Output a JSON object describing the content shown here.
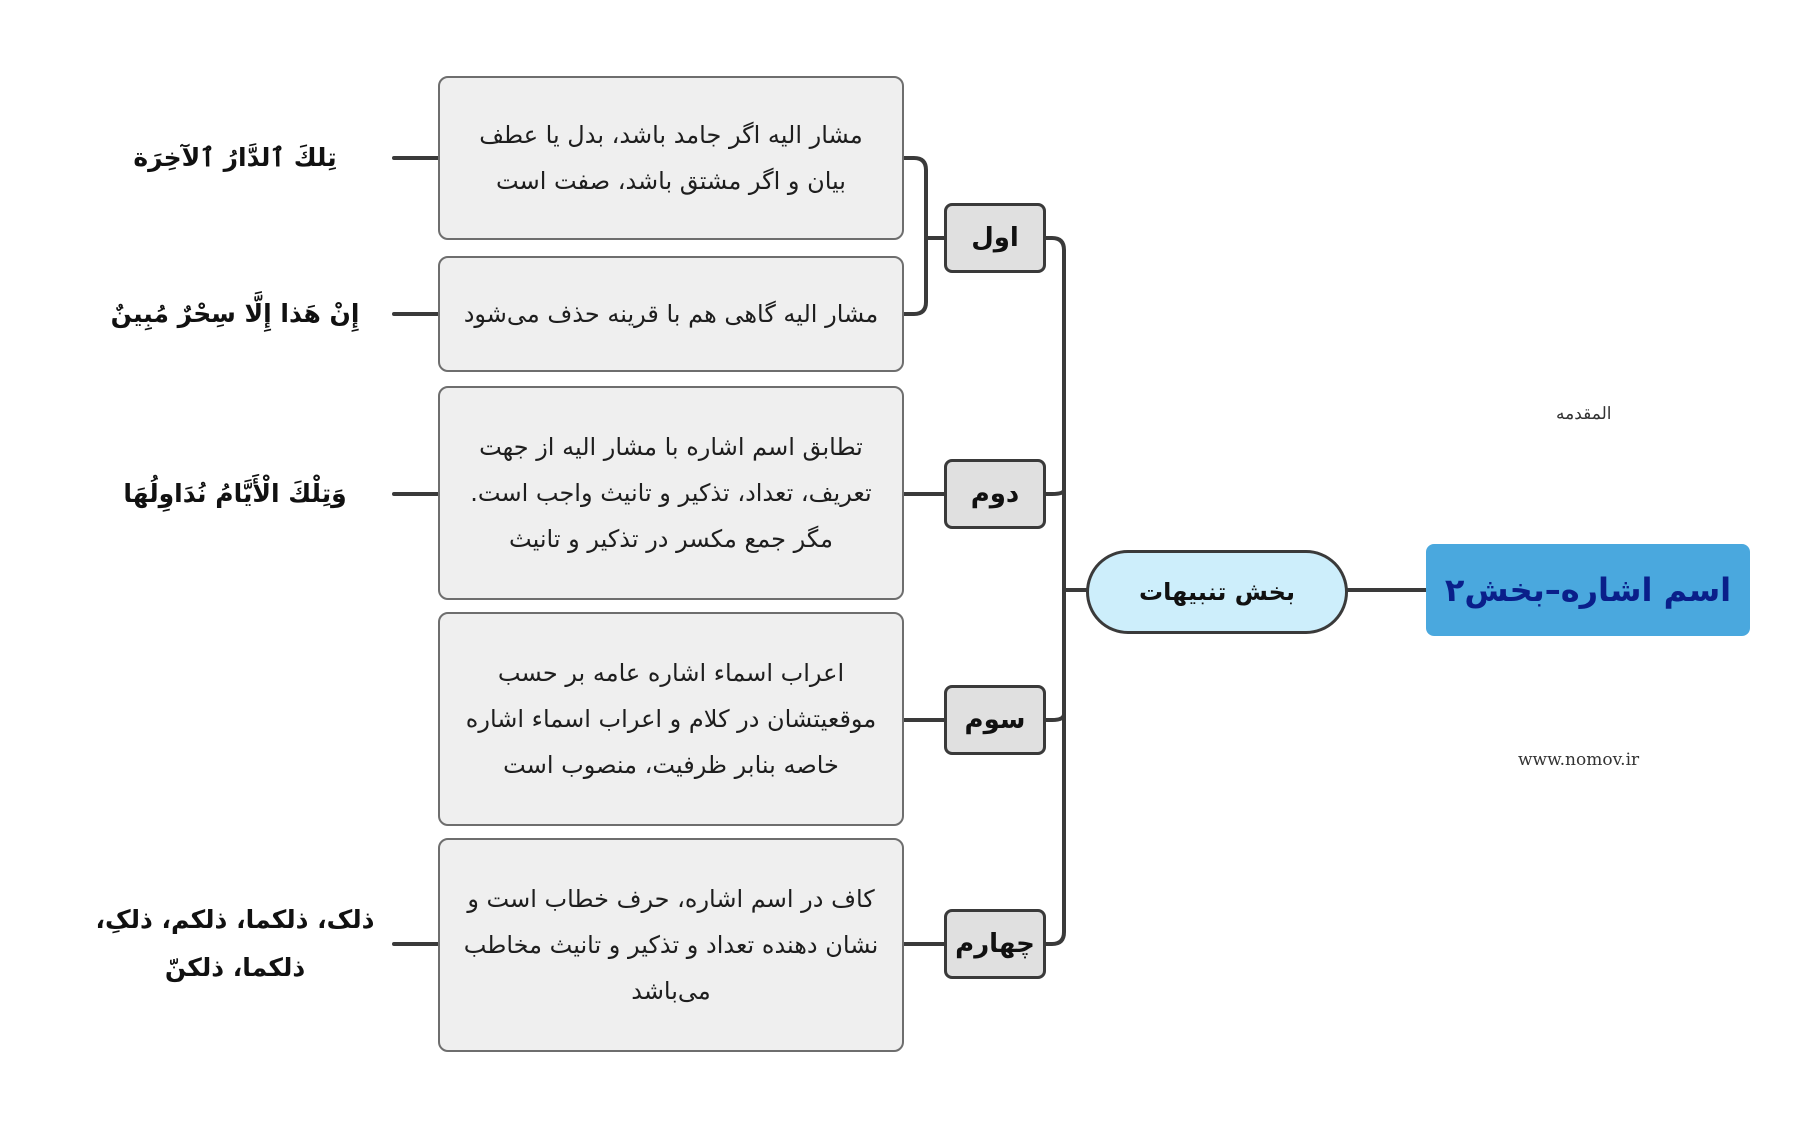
{
  "root": {
    "label": "اسم اشاره–بخش۲"
  },
  "center": {
    "label": "بخش تنبیهات"
  },
  "side_notes": {
    "intro": "المقدمه",
    "website": "www.nomov.ir"
  },
  "colors": {
    "root_fill": "#4aa8de",
    "root_text": "#0a1f8a",
    "center_fill": "#cdeefb",
    "node_fill": "#e0e0e0",
    "description_fill": "#efefef",
    "connector": "#3a3a3a"
  },
  "branches": [
    {
      "label": "اول",
      "items": [
        {
          "text": "مشار الیه اگر جامد باشد، بدل یا عطف بیان و اگر مشتق باشد، صفت است",
          "example": "تِلكَ ٱلدَّارُ ٱلآخِرَة"
        },
        {
          "text": "مشار الیه گاهی هم با قرینه حذف می‌شود",
          "example": "إِنْ هَذا إِلَّا سِحْرٌ مُبِينٌ"
        }
      ]
    },
    {
      "label": "دوم",
      "items": [
        {
          "text": "تطابق اسم اشاره با مشار الیه از جهت تعریف، تعداد، تذکیر و تانیث واجب است. مگر جمع مکسر در تذکیر و تانیث",
          "example": "وَتِلْكَ الْأَيَّامُ نُدَاوِلُهَا"
        }
      ]
    },
    {
      "label": "سوم",
      "items": [
        {
          "text": "اعراب اسماء اشاره عامه بر حسب موقعیتشان در کلام و اعراب اسماء اشاره خاصه بنابر ظرفیت، منصوب است",
          "example": ""
        }
      ]
    },
    {
      "label": "چهارم",
      "items": [
        {
          "text": "کاف در اسم اشاره، حرف خطاب است و نشان دهنده تعداد و تذکیر و تانیث مخاطب می‌باشد",
          "example": "ذلک، ذلکما، ذلکم، ذلکِ، ذلکما، ذلکنّ"
        }
      ]
    }
  ]
}
